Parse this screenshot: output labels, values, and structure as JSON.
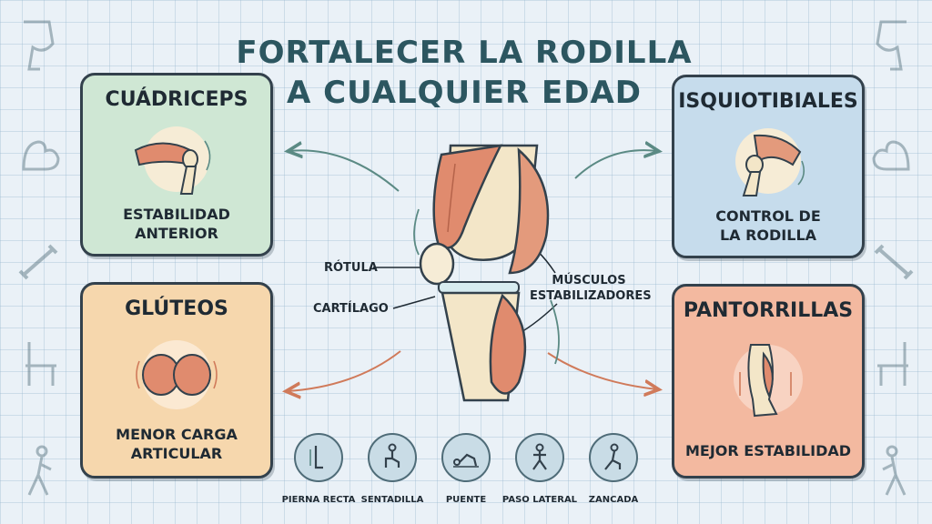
{
  "title": {
    "line1": "FORTALECER LA RODILLA",
    "line2": "A CUALQUIER EDAD"
  },
  "cards": {
    "quadriceps": {
      "name": "CUÁDRICEPS",
      "desc_line1": "ESTABILIDAD",
      "desc_line2": "ANTERIOR",
      "color": "#cfe7d4"
    },
    "isquiotibiales": {
      "name": "ISQUIOTIBIALES",
      "desc_line1": "CONTROL DE",
      "desc_line2": "LA RODILLA",
      "color": "#c6dcec"
    },
    "gluteos": {
      "name": "GLÚTEOS",
      "desc_line1": "MENOR CARGA",
      "desc_line2": "ARTICULAR",
      "color": "#f6d7ad"
    },
    "pantorrillas": {
      "name": "PANTORRILLAS",
      "desc_line1": "MEJOR ESTABILIDAD",
      "color": "#f3b9a0"
    }
  },
  "knee_labels": {
    "rotula": "RÓTULA",
    "cartilago": "CARTÍLAGO",
    "musculos_line1": "MÚSCULOS",
    "musculos_line2": "ESTABILIZADORES"
  },
  "exercises": [
    {
      "name": "PIERNA RECTA",
      "icon": "straight-leg-raise-icon"
    },
    {
      "name": "SENTADILLA",
      "icon": "squat-icon"
    },
    {
      "name": "PUENTE",
      "icon": "bridge-icon"
    },
    {
      "name": "PASO LATERAL",
      "icon": "side-step-icon"
    },
    {
      "name": "ZANCADA",
      "icon": "lunge-icon"
    }
  ],
  "side_icons": [
    "knee-icon",
    "bicep-icon",
    "dumbbell-icon",
    "chair-icon",
    "walking-person-icon"
  ],
  "colors": {
    "title": "#2c5660",
    "muscle": "#e08b6e",
    "bone": "#f3e6c8",
    "outline": "#33414c"
  }
}
